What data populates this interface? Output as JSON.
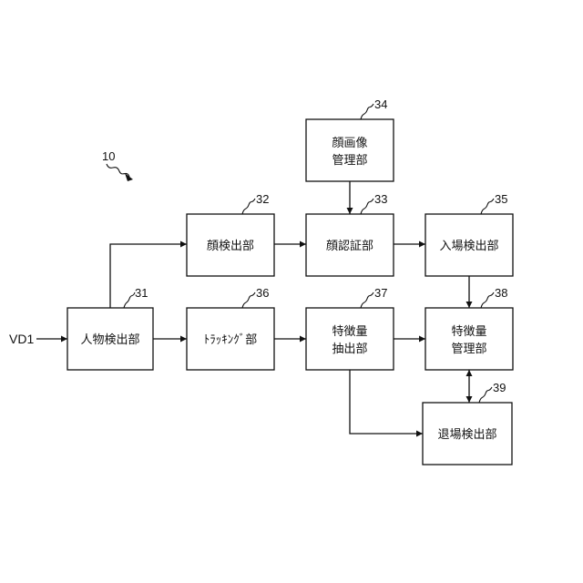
{
  "system_ref": "10",
  "input_signal": "VD1",
  "blocks": {
    "person_detection": {
      "ref": "31",
      "lines": [
        "人物検出部"
      ]
    },
    "face_detection": {
      "ref": "32",
      "lines": [
        "顔検出部"
      ]
    },
    "face_authentication": {
      "ref": "33",
      "lines": [
        "顔認証部"
      ]
    },
    "face_image_management": {
      "ref": "34",
      "lines": [
        "顔画像",
        "管理部"
      ]
    },
    "entry_detection": {
      "ref": "35",
      "lines": [
        "入場検出部"
      ]
    },
    "tracking": {
      "ref": "36",
      "lines": [
        "ﾄﾗｯｷﾝｸﾞ部"
      ]
    },
    "feature_extraction": {
      "ref": "37",
      "lines": [
        "特徴量",
        "抽出部"
      ]
    },
    "feature_management": {
      "ref": "38",
      "lines": [
        "特徴量",
        "管理部"
      ]
    },
    "exit_detection": {
      "ref": "39",
      "lines": [
        "退場検出部"
      ]
    }
  },
  "colors": {
    "line": "#111111",
    "background": "#ffffff"
  }
}
